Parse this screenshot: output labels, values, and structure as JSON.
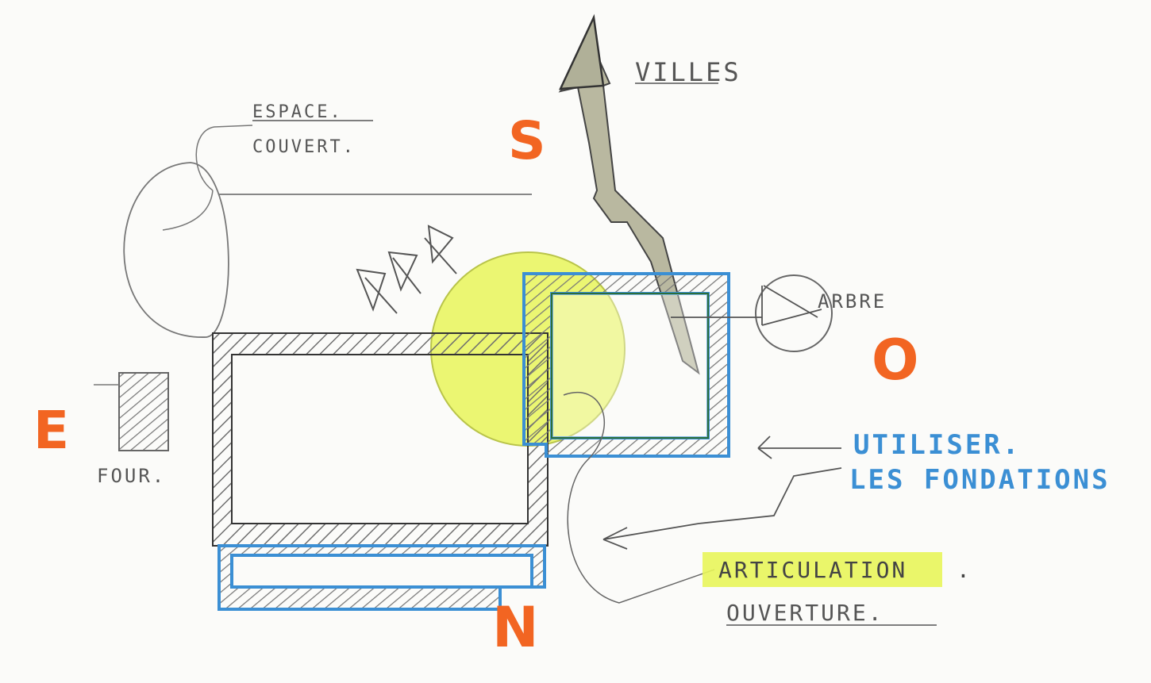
{
  "labels": {
    "villes": "VILLES",
    "espace_line1": "ESPACE.",
    "espace_line2": "COUVERT.",
    "arbre": "ARBRE",
    "four": "FOUR.",
    "utiliser_line1": "UTILISER.",
    "utiliser_line2": "LES FONDATIONS",
    "articulation": "ARTICULATION",
    "articulation_dot": ".",
    "ouverture": "OUVERTURE."
  },
  "compass": {
    "south": "S",
    "north": "N",
    "east": "E",
    "west": "O"
  },
  "colors": {
    "pencil": "#6a6a6a",
    "hatch": "#7a7a7a",
    "orange": "#f26522",
    "blue": "#3b8fd4",
    "highlight": "#e8f55a",
    "tree_fill": "#b9b8a0"
  }
}
